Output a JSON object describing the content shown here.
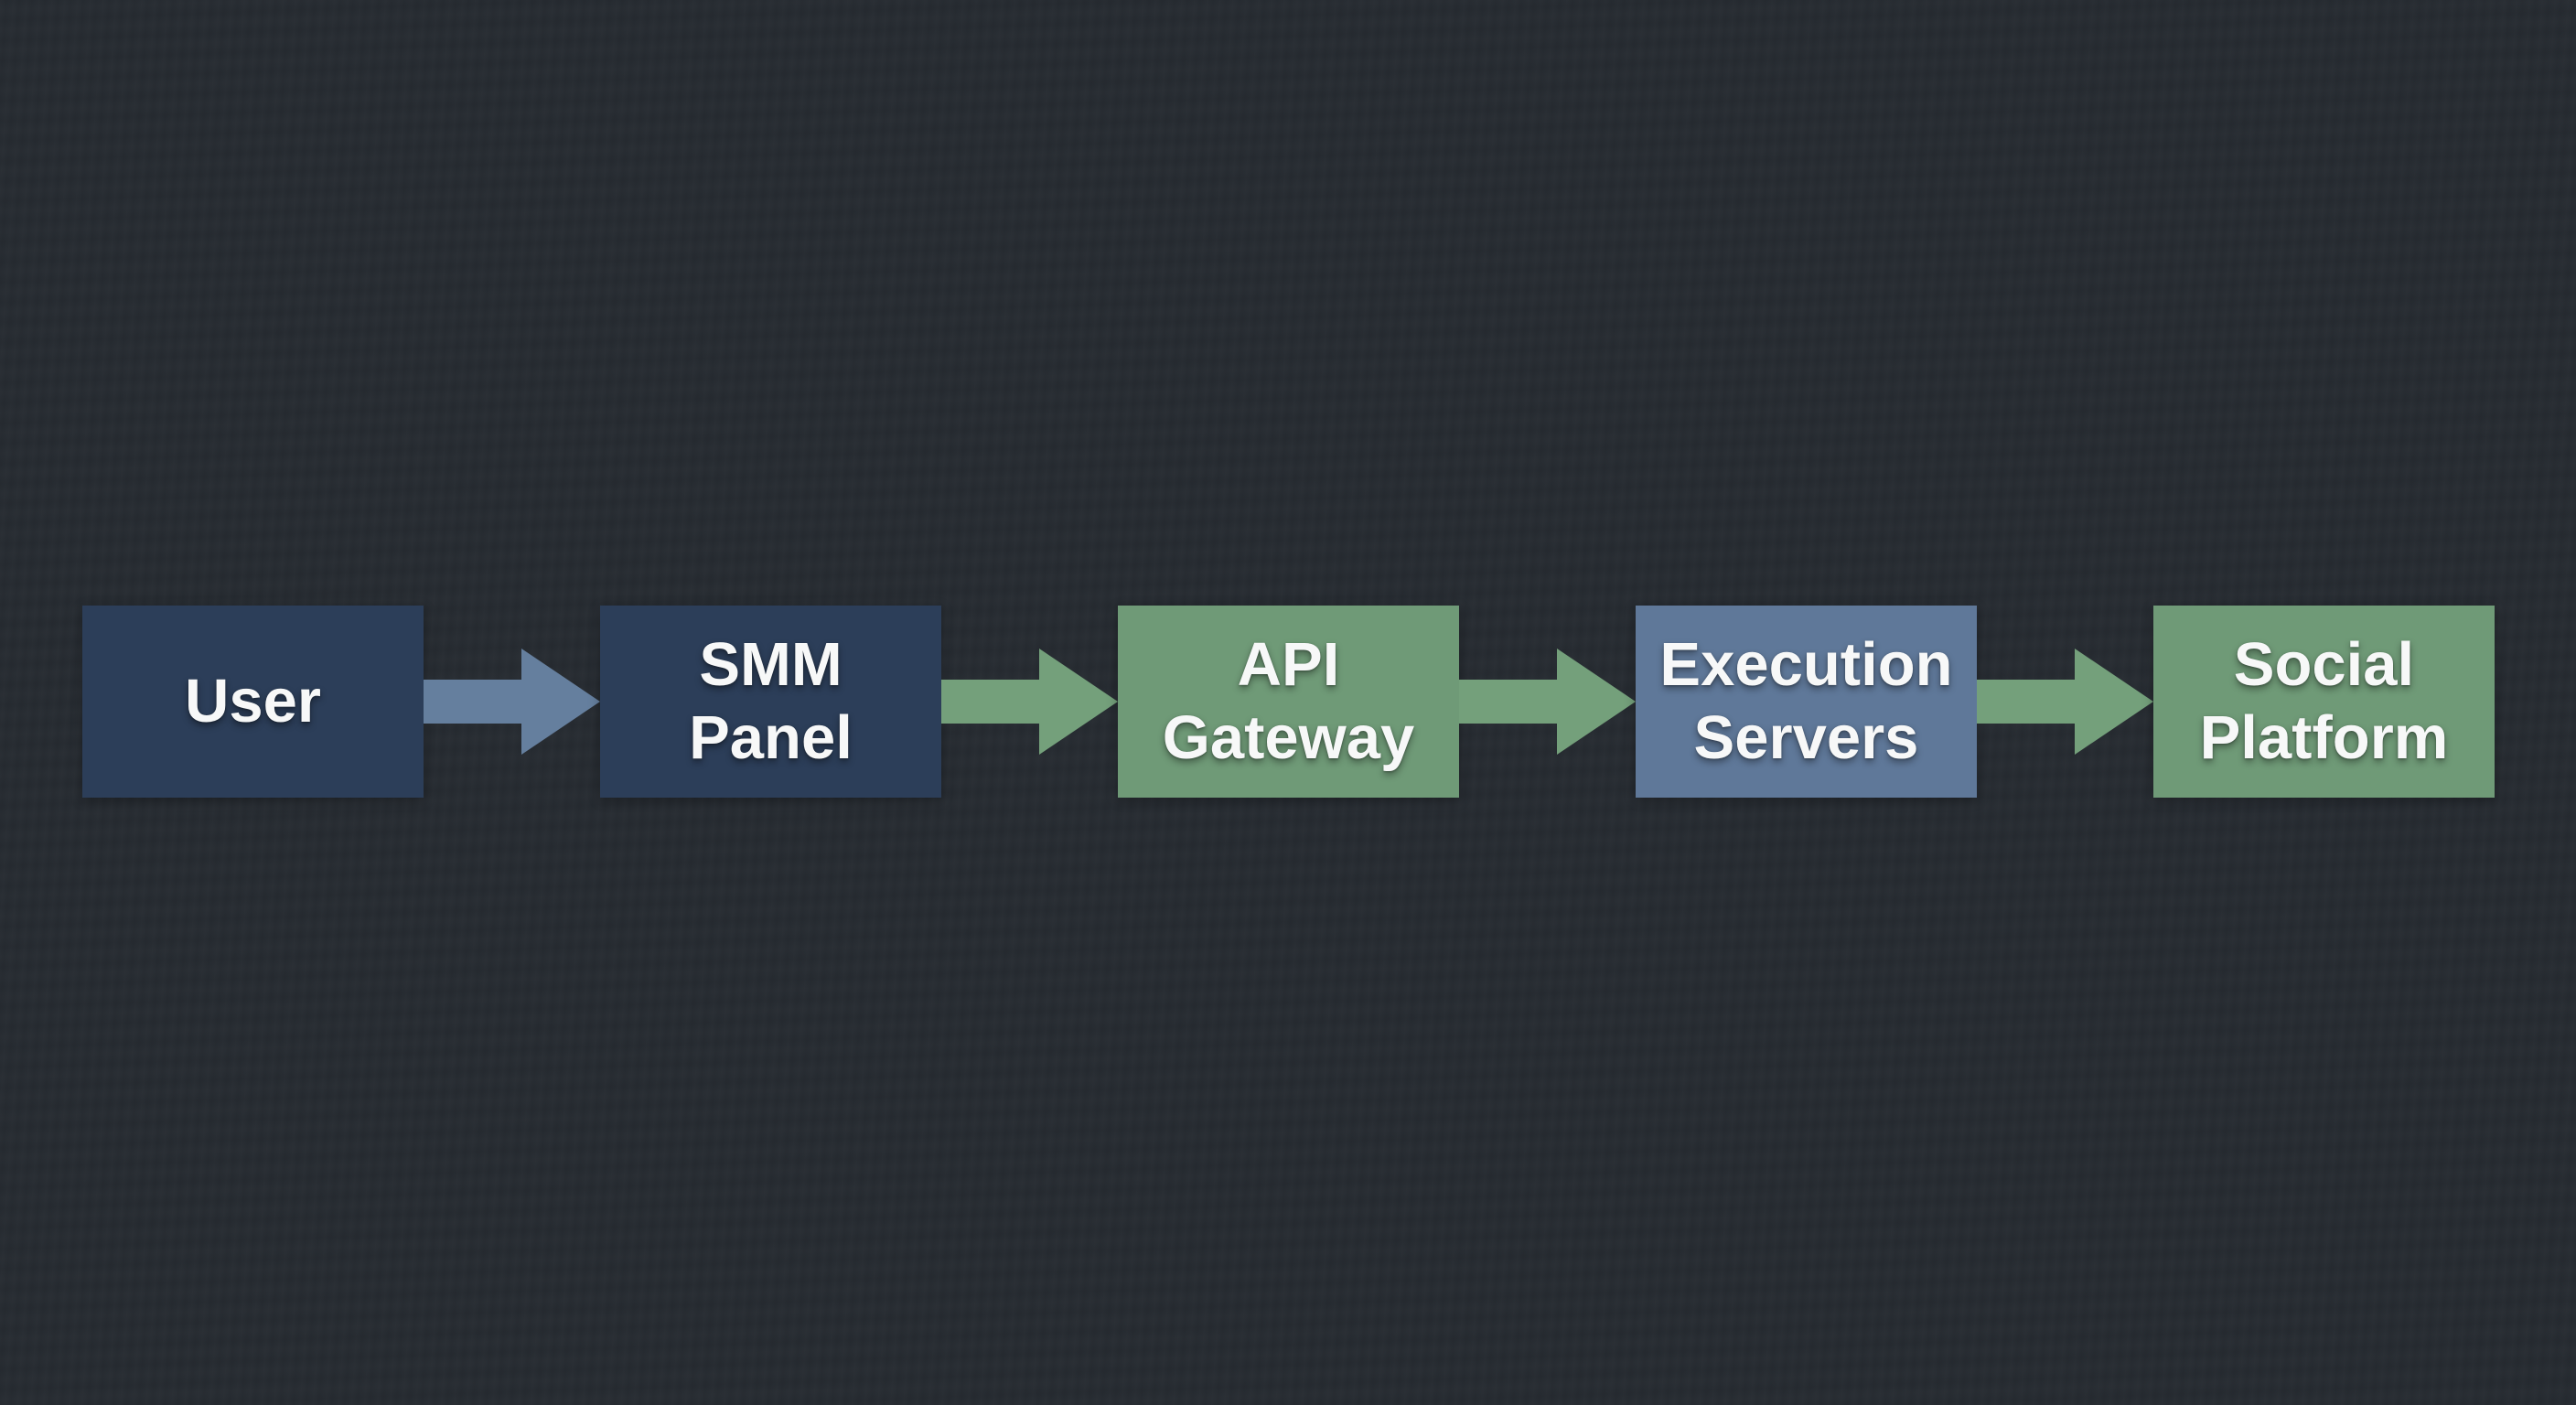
{
  "diagram": {
    "background_color": "#262b31",
    "text_color": "#f7f8f8",
    "nodes": [
      {
        "id": "user",
        "label": "User",
        "color": "#2c3e59"
      },
      {
        "id": "smm-panel",
        "label": "SMM\nPanel",
        "color": "#2c3e59"
      },
      {
        "id": "api-gateway",
        "label": "API\nGateway",
        "color": "#6f9a77"
      },
      {
        "id": "execution-servers",
        "label": "Execution\nServers",
        "color": "#5f7899"
      },
      {
        "id": "social-platform",
        "label": "Social\nPlatform",
        "color": "#6f9a77"
      }
    ],
    "edges": [
      {
        "from": "user",
        "to": "smm-panel",
        "color": "#657f9e"
      },
      {
        "from": "smm-panel",
        "to": "api-gateway",
        "color": "#74a07b"
      },
      {
        "from": "api-gateway",
        "to": "execution-servers",
        "color": "#74a07b"
      },
      {
        "from": "execution-servers",
        "to": "social-platform",
        "color": "#74a07b"
      }
    ]
  }
}
